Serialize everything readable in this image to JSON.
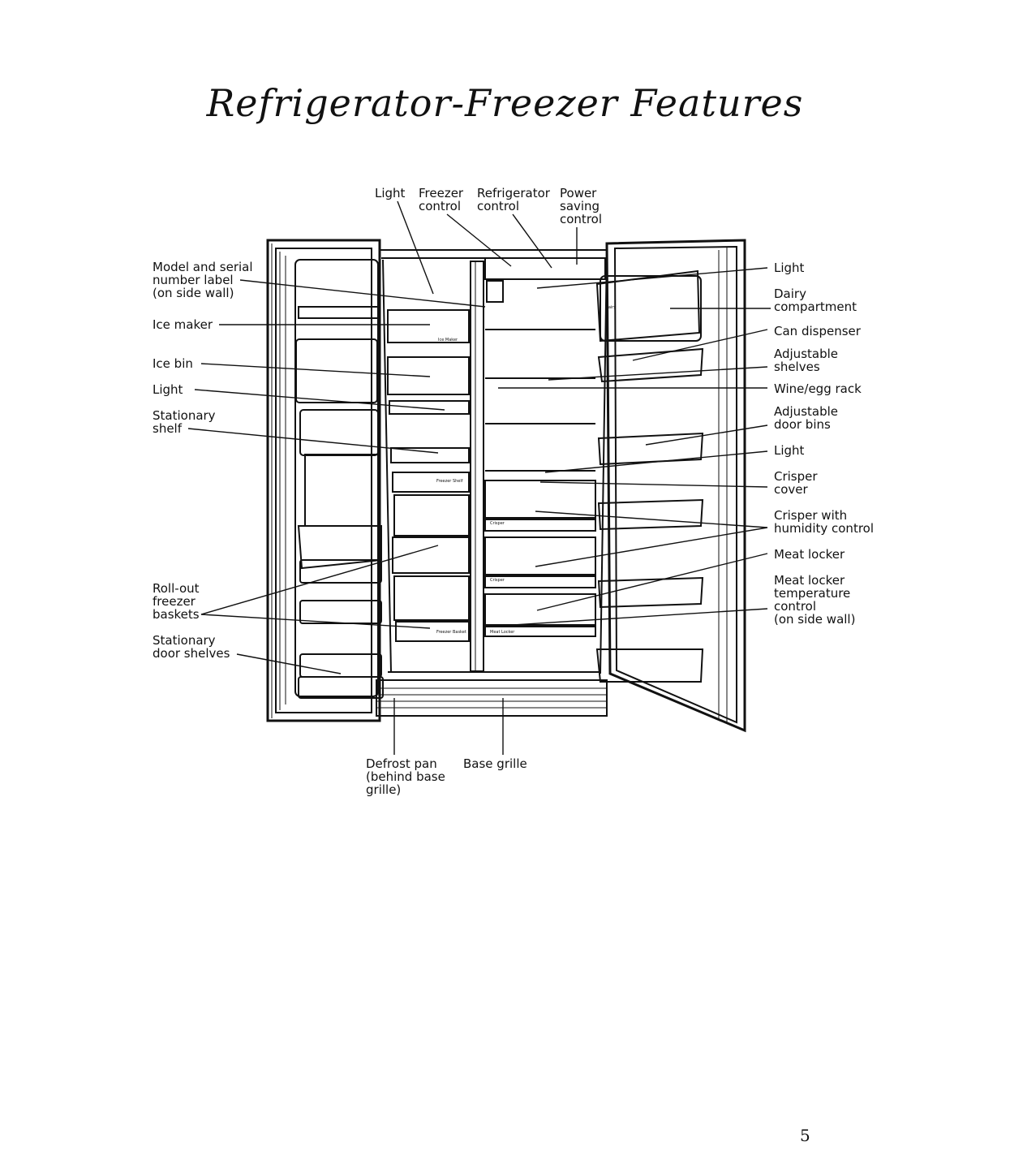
{
  "title": "Refrigerator-Freezer Features",
  "page_number": "5",
  "labels": {
    "light_top": "Light",
    "freezer_control": "Freezer\ncontrol",
    "refrigerator_control": "Refrigerator\ncontrol",
    "power_saving_control": "Power\nsaving\ncontrol",
    "model_serial_label": "Model and serial\nnumber label\n(on side wall)",
    "ice_maker": "Ice maker",
    "ice_bin": "Ice bin",
    "light_freezer": "Light",
    "stationary_shelf": "Stationary\nshelf",
    "roll_out_baskets": "Roll-out\nfreezer\nbaskets",
    "stationary_door_shelves": "Stationary\ndoor shelves",
    "light_right_top": "Light",
    "dairy_compartment": "Dairy\ncompartment",
    "can_dispenser": "Can dispenser",
    "adjustable_shelves": "Adjustable\nshelves",
    "wine_egg_rack": "Wine/egg rack",
    "adjustable_door_bins": "Adjustable\ndoor bins",
    "light_right_mid": "Light",
    "crisper_cover": "Crisper\ncover",
    "crisper_humidity": "Crisper with\nhumidity control",
    "meat_locker": "Meat locker",
    "meat_locker_temp": "Meat locker\ntemperature\ncontrol\n(on side wall)",
    "defrost_pan": "Defrost pan\n(behind base\ngrille)",
    "base_grille": "Base grille"
  },
  "appliance_labels": {
    "dairy_door": "Dairy",
    "ice_maker_tag": "Ice Maker",
    "freezer_shelf": "Freezer Shelf",
    "crisper_1": "Crisper",
    "crisper_2": "Crisper",
    "meat_locker_tag": "Meat Locker",
    "freezer_basket": "Freezer Basket"
  }
}
